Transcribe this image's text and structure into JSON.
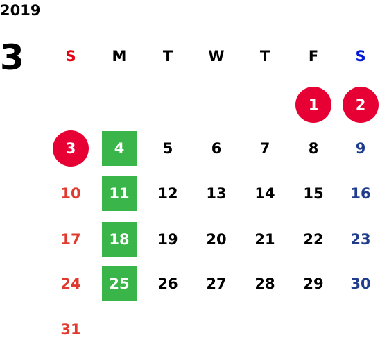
{
  "year": "2019",
  "month": "3",
  "weekdays": [
    "S",
    "M",
    "T",
    "W",
    "T",
    "F",
    "S"
  ],
  "weeks": [
    [
      "",
      "",
      "",
      "",
      "",
      "1",
      "2"
    ],
    [
      "3",
      "4",
      "5",
      "6",
      "7",
      "8",
      "9"
    ],
    [
      "10",
      "11",
      "12",
      "13",
      "14",
      "15",
      "16"
    ],
    [
      "17",
      "18",
      "19",
      "20",
      "21",
      "22",
      "23"
    ],
    [
      "24",
      "25",
      "26",
      "27",
      "28",
      "29",
      "30"
    ],
    [
      "31",
      "",
      "",
      "",
      "",
      "",
      ""
    ]
  ],
  "holidays": [
    "1",
    "2",
    "3"
  ],
  "highlighted": [
    "4",
    "11",
    "18",
    "25"
  ],
  "colors": {
    "sunday": "#e03a2e",
    "saturday": "#1f3d8c",
    "holiday_bg": "#e60033",
    "highlight_bg": "#3ab54a"
  }
}
